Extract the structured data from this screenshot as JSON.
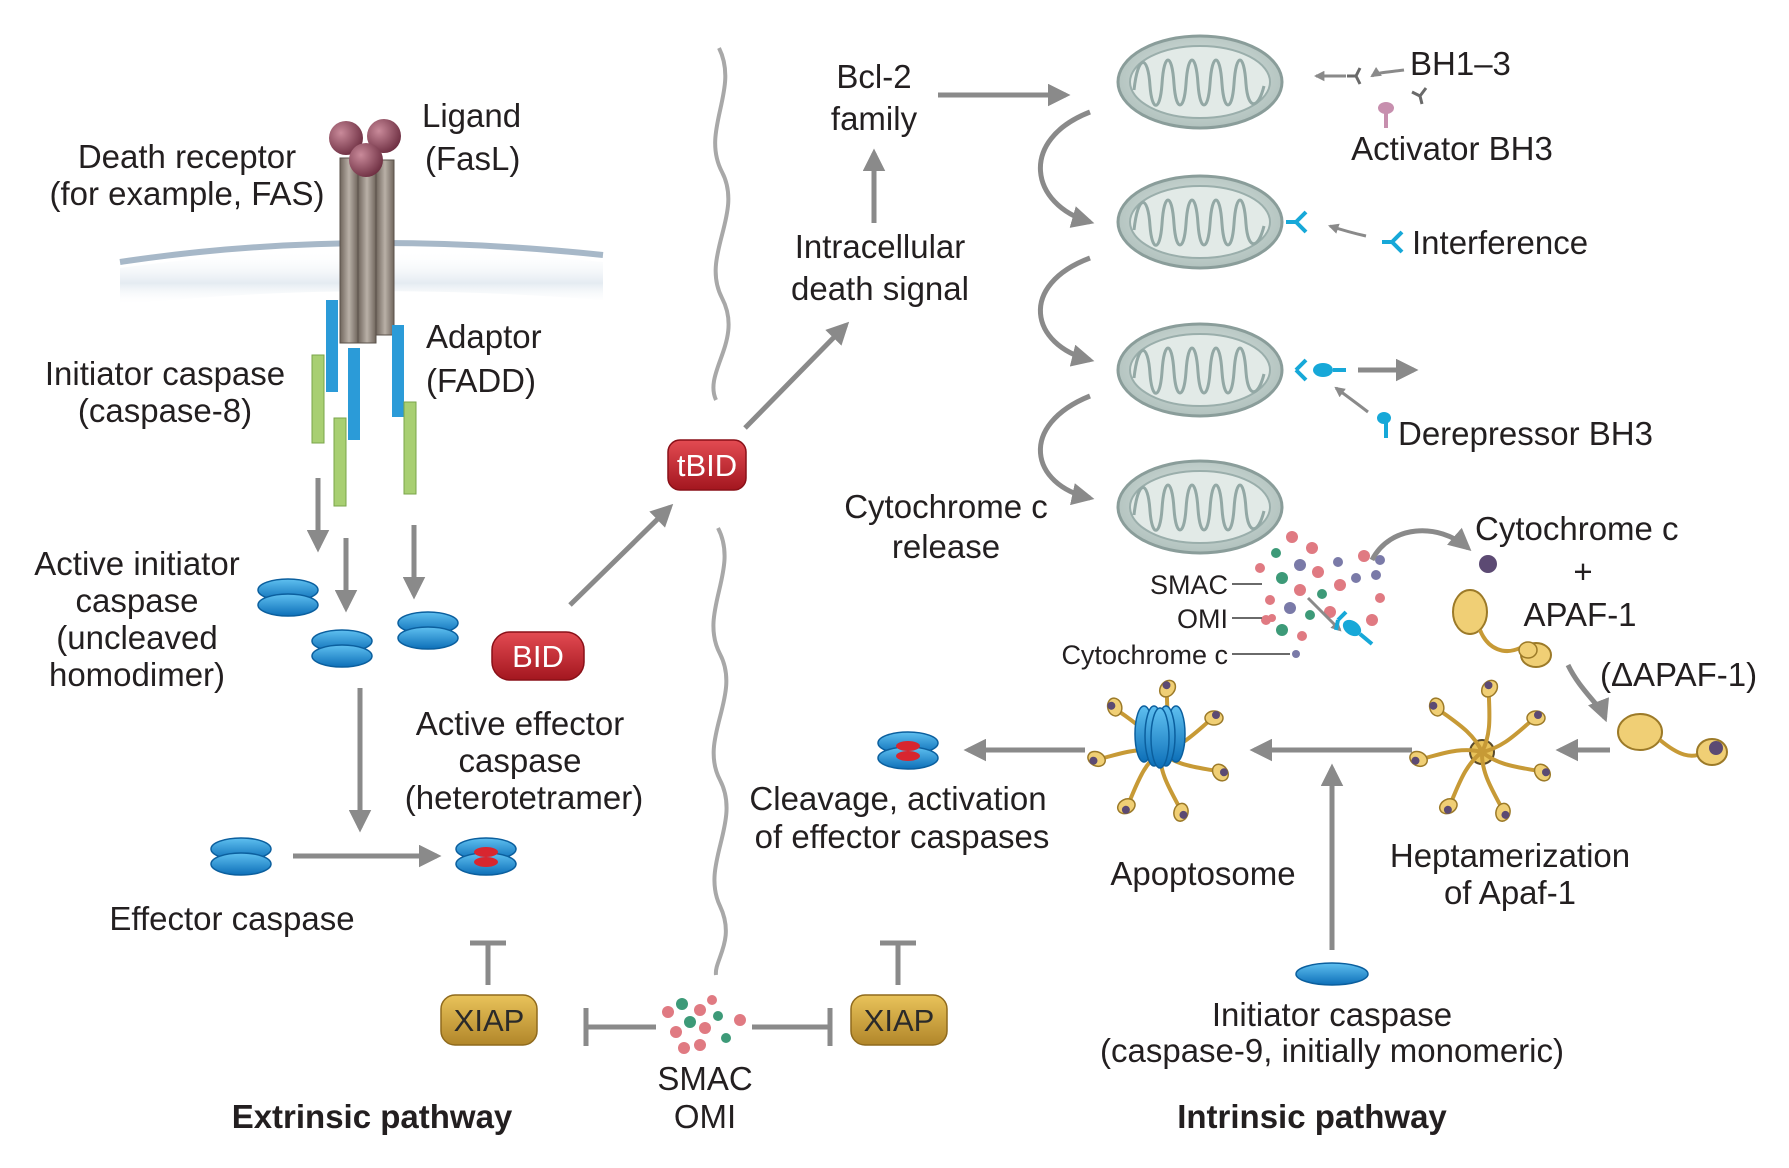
{
  "labels": {
    "ligand_line1": "Ligand",
    "ligand_line2": "(FasL)",
    "death_receptor_line1": "Death receptor",
    "death_receptor_line2": "(for example, FAS)",
    "adaptor_line1": "Adaptor",
    "adaptor_line2": "(FADD)",
    "initiator_casp8_line1": "Initiator caspase",
    "initiator_casp8_line2": "(caspase-8)",
    "active_initiator_line1": "Active initiator",
    "active_initiator_line2": "caspase",
    "active_initiator_line3": "(uncleaved",
    "active_initiator_line4": "homodimer)",
    "bid": "BID",
    "tbid": "tBID",
    "active_effector_line1": "Active effector",
    "active_effector_line2": "caspase",
    "active_effector_line3": "(heterotetramer)",
    "effector_caspase": "Effector caspase",
    "xiap": "XIAP",
    "smac": "SMAC",
    "omi": "OMI",
    "bcl2_line1": "Bcl-2",
    "bcl2_line2": "family",
    "intracellular_line1": "Intracellular",
    "intracellular_line2": "death signal",
    "bh13": "BH1–3",
    "activator_bh3": "Activator BH3",
    "interference": "Interference",
    "derepressor_bh3": "Derepressor BH3",
    "cyto_release_line1": "Cytochrome c",
    "cyto_release_line2": "release",
    "legend_smac": "SMAC",
    "legend_omi": "OMI",
    "legend_cyto": "Cytochrome c",
    "cyto_c": "Cytochrome c",
    "plus": "+",
    "apaf1": "APAF-1",
    "delta_apaf1": "(ΔAPAF-1)",
    "cleavage_line1": "Cleavage, activation",
    "cleavage_line2": "of effector caspases",
    "apoptosome": "Apoptosome",
    "heptamer_line1": "Heptamerization",
    "heptamer_line2": "of Apaf-1",
    "init_casp9_line1": "Initiator caspase",
    "init_casp9_line2": "(caspase-9, initially monomeric)",
    "extrinsic": "Extrinsic pathway",
    "intrinsic": "Intrinsic pathway"
  },
  "colors": {
    "arrow": "#8a8a8a",
    "caspase_blue": "#1f8fd6",
    "bid_red": "#c8202a",
    "xiap_gold": "#c9a13a",
    "mito_fill": "#c9d6d3",
    "apaf_gold": "#d7a83a",
    "membrane": "#a7b8c8",
    "receptor": "#8c8178",
    "ligand": "#8b4a5c",
    "green_bar": "#a8cf72",
    "cyan_inhib": "#17a8d8"
  }
}
